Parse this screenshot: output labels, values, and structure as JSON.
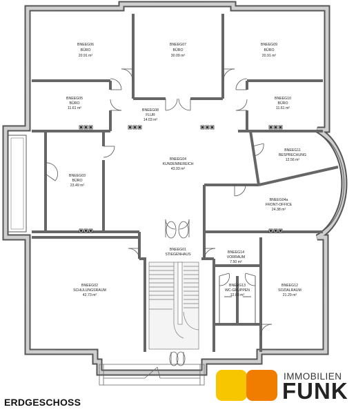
{
  "floor_title": "ERDGESCHOSS",
  "logo": {
    "top_text": "IMMOBILIEN",
    "main_text": "FUNK",
    "color_left": "#f7c600",
    "color_right": "#f07d00"
  },
  "rooms": [
    {
      "id": "BNEEG06",
      "name": "BÜRO",
      "area": "20.91 m²"
    },
    {
      "id": "BNEEG07",
      "name": "BÜRO",
      "area": "30.09 m²"
    },
    {
      "id": "BNEEG09",
      "name": "BÜRO",
      "area": "20.91 m²"
    },
    {
      "id": "BNEEG05",
      "name": "BÜRO",
      "area": "11.61 m²"
    },
    {
      "id": "BNEEG08",
      "name": "FLUR",
      "area": "14.03 m²"
    },
    {
      "id": "BNEEG10",
      "name": "BÜRO",
      "area": "11.61 m²"
    },
    {
      "id": "BNEEG11",
      "name": "BESPRECHUNG",
      "area": "12.56 m²"
    },
    {
      "id": "BNEEG04",
      "name": "KUNDENBEREICH",
      "area": "43.93 m²"
    },
    {
      "id": "BNEEG03",
      "name": "BÜRO",
      "area": "23.49 m²"
    },
    {
      "id": "BNEEG04a",
      "name": "FRONT-OFFICE",
      "area": "24.38 m²"
    },
    {
      "id": "BNEEG01",
      "name": "STIEGENHAUS",
      "area": ""
    },
    {
      "id": "BNEEG14",
      "name": "VORRAUM",
      "area": "7.50 m²"
    },
    {
      "id": "BNEEG13",
      "name": "WC-GRUPPEN",
      "area": "12.03 m²"
    },
    {
      "id": "BNEEG02",
      "name": "SCHULUNGSRAUM",
      "area": "42.73 m²"
    },
    {
      "id": "BNEEG12",
      "name": "SOZIALRAUM",
      "area": "21.29 m²"
    }
  ]
}
